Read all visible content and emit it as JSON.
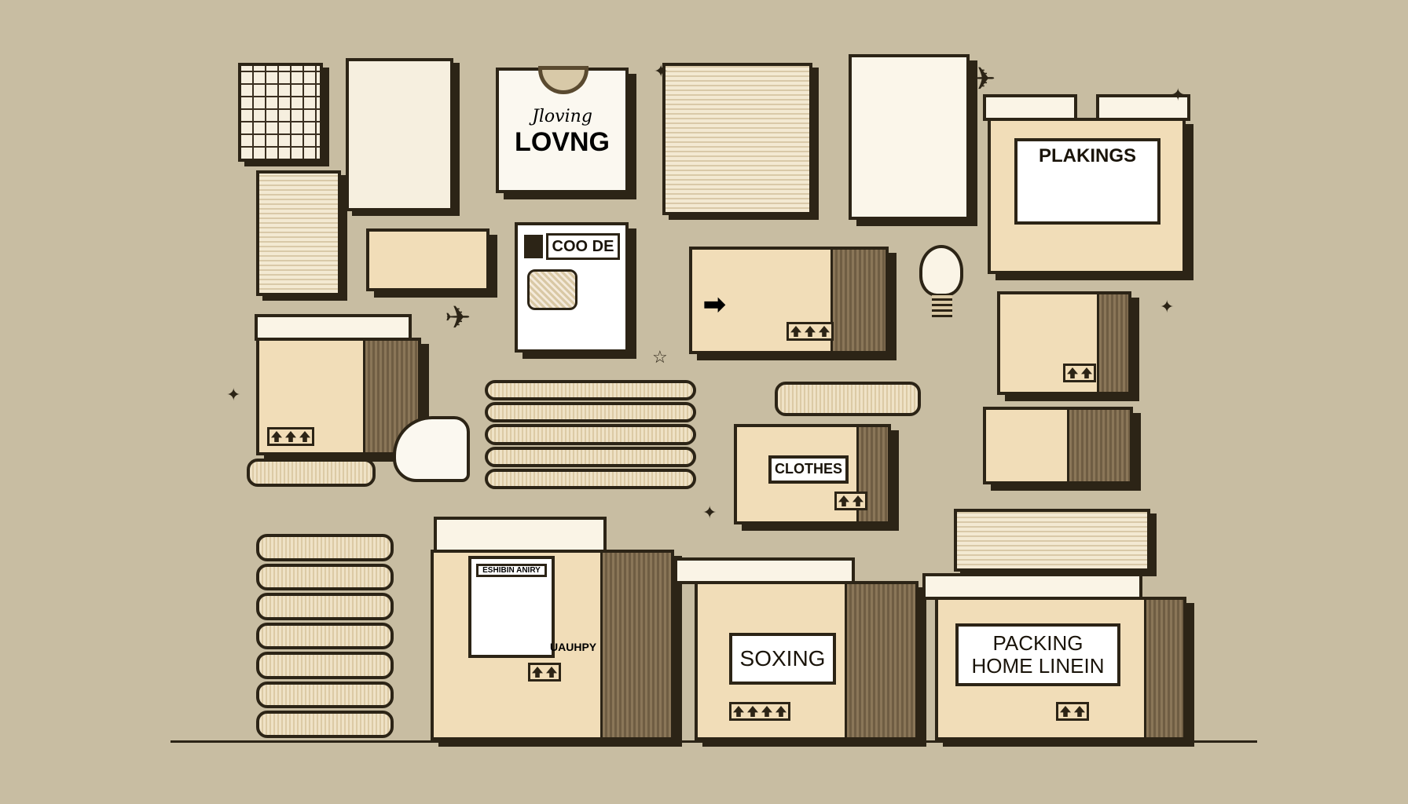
{
  "labels": {
    "tshirt_script": "Jloving",
    "tshirt_main": "LOVNG",
    "document_title": "COO DE",
    "plakings_box": "PLAKINGS",
    "clothes_box": "CLOTHES",
    "soxing_box": "SOXING",
    "packing_box_line1": "PACKING",
    "packing_box_line2": "HOME LINEIN",
    "tag_title": "ESHIBIN ANIRY",
    "big_box_side": "UAUHPY"
  },
  "colors": {
    "background": "#c8bda2",
    "cardboard": "#f1ddb8",
    "ink": "#2c2416"
  }
}
